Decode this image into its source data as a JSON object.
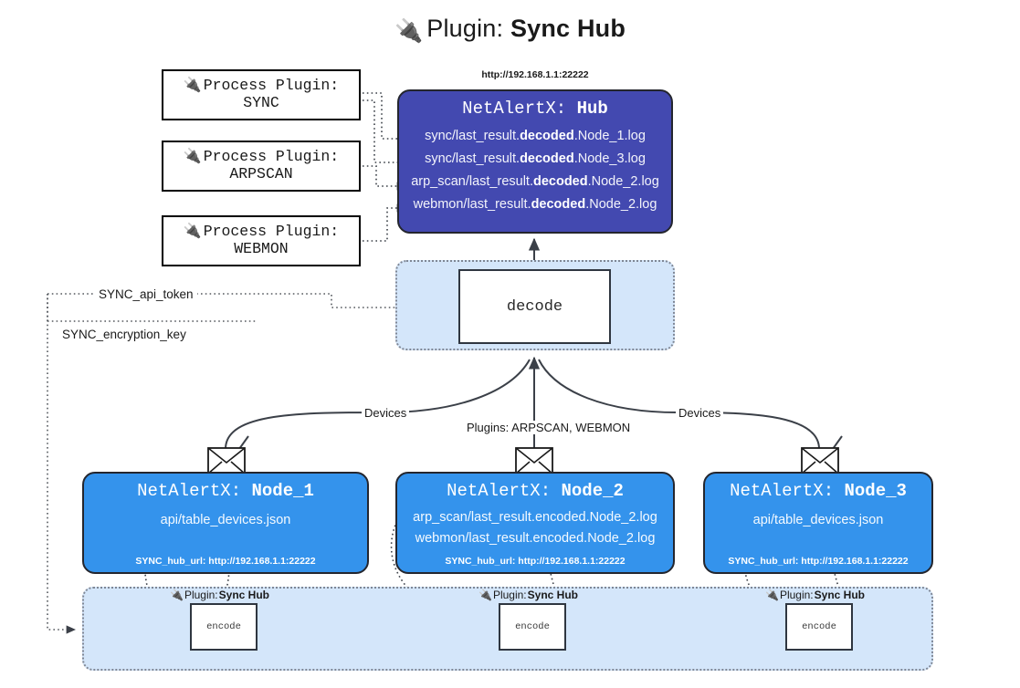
{
  "page": {
    "title_icon": "plug-icon",
    "title_lead": "Plugin: ",
    "title_strong": "Sync Hub",
    "background_color": "#ffffff"
  },
  "colors": {
    "hub_fill": "#4349b0",
    "node_fill": "#3493ec",
    "zone_fill": "#d4e6fa",
    "zone_border": "#7f8795",
    "box_border": "#24262e",
    "line": "#3b4048"
  },
  "process_plugins": [
    {
      "icon": "plug-icon",
      "line1": "Process Plugin:",
      "line2": "SYNC"
    },
    {
      "icon": "plug-icon",
      "line1": "Process Plugin:",
      "line2": "ARPSCAN"
    },
    {
      "icon": "plug-icon",
      "line1": "Process Plugin:",
      "line2": "WEBMON"
    }
  ],
  "hub": {
    "url": "http://192.168.1.1:22222",
    "title_lead": "NetAlertX: ",
    "title_strong": "Hub",
    "logs": [
      {
        "pre": "sync/last_result.",
        "strong": "decoded",
        "post": ".Node_1.log"
      },
      {
        "pre": "sync/last_result.",
        "strong": "decoded",
        "post": ".Node_3.log"
      },
      {
        "pre": "arp_scan/last_result.",
        "strong": "decoded",
        "post": ".Node_2.log"
      },
      {
        "pre": "webmon/last_result.",
        "strong": "decoded",
        "post": ".Node_2.log"
      }
    ]
  },
  "decode": {
    "label": "decode"
  },
  "tokens": {
    "api_token": "SYNC_api_token",
    "encryption_key": "SYNC_encryption_key"
  },
  "edges": {
    "devices_left": "Devices",
    "devices_right": "Devices",
    "plugins_center": "Plugins: ARPSCAN, WEBMON"
  },
  "nodes": [
    {
      "icon": "envelope-icon",
      "title_lead": "NetAlertX: ",
      "title_strong": "Node_1",
      "lines": [
        "api/table_devices.json"
      ],
      "footer": "SYNC_hub_url: http://192.168.1.1:22222"
    },
    {
      "icon": "envelope-icon",
      "title_lead": "NetAlertX: ",
      "title_strong": "Node_2",
      "lines": [
        "arp_scan/last_result.encoded.Node_2.log",
        "webmon/last_result.encoded.Node_2.log"
      ],
      "footer": "SYNC_hub_url: http://192.168.1.1:22222"
    },
    {
      "icon": "envelope-icon",
      "title_lead": "NetAlertX: ",
      "title_strong": "Node_3",
      "lines": [
        "api/table_devices.json"
      ],
      "footer": "SYNC_hub_url: http://192.168.1.1:22222"
    }
  ],
  "encoders": [
    {
      "icon": "plug-icon",
      "caption_lead": "Plugin: ",
      "caption_strong": "Sync Hub",
      "label": "encode"
    },
    {
      "icon": "plug-icon",
      "caption_lead": "Plugin: ",
      "caption_strong": "Sync Hub",
      "label": "encode"
    },
    {
      "icon": "plug-icon",
      "caption_lead": "Plugin: ",
      "caption_strong": "Sync Hub",
      "label": "encode"
    }
  ]
}
